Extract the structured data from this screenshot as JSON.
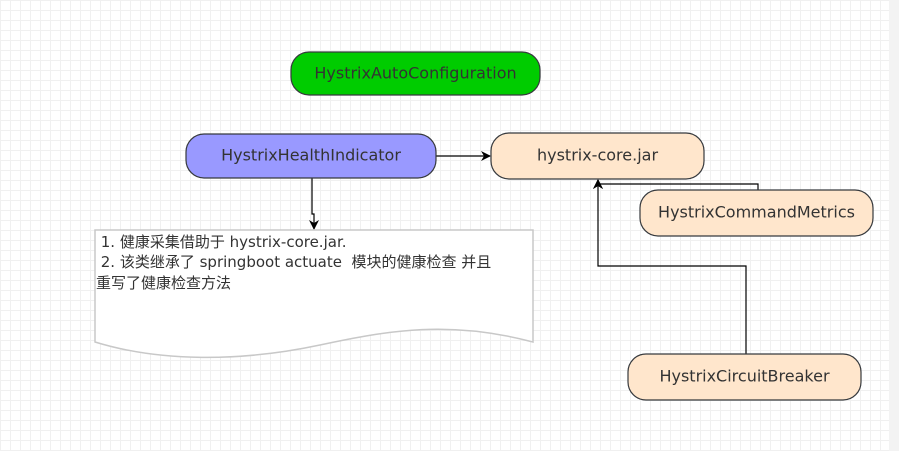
{
  "nodes": {
    "auto_config": {
      "label": "HystrixAutoConfiguration",
      "fill": "#00cc00"
    },
    "health_indicator": {
      "label": "HystrixHealthIndicator",
      "fill": "#9999ff"
    },
    "core_jar": {
      "label": "hystrix-core.jar",
      "fill": "#ffe6cc"
    },
    "command_metrics": {
      "label": "HystrixCommandMetrics",
      "fill": "#ffe6cc"
    },
    "circuit_breaker": {
      "label": "HystrixCircuitBreaker",
      "fill": "#ffe6cc"
    }
  },
  "note": {
    "lines": [
      " 1. 健康采集借助于 hystrix-core.jar.",
      " 2. 该类继承了 springboot actuate  模块的健康检查 并且",
      "重写了健康检查方法"
    ]
  },
  "colors": {
    "stroke": "#36393d",
    "note_border": "#c8c8c8",
    "edge": "#000000"
  }
}
